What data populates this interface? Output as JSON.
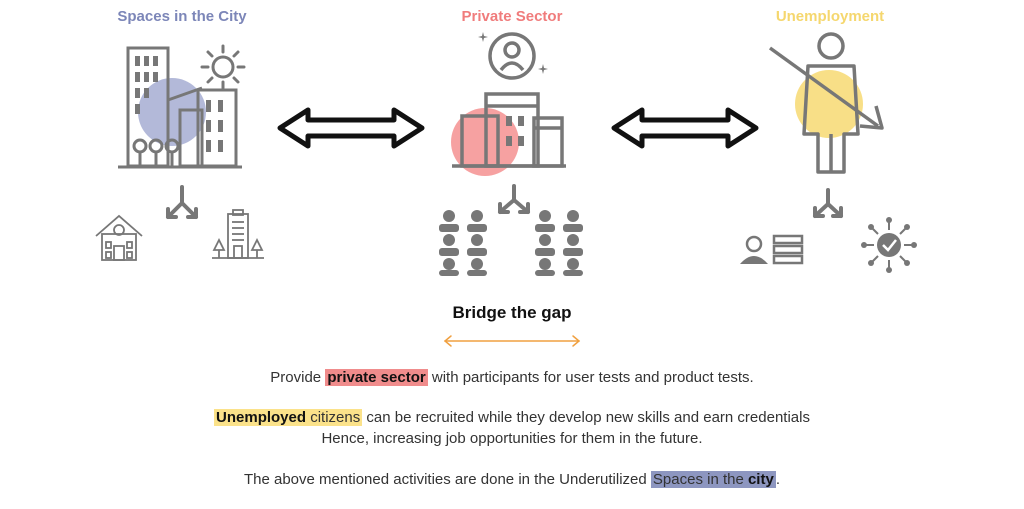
{
  "columns": {
    "spaces": {
      "title": "Spaces in the City",
      "color": "#7c86b8"
    },
    "private": {
      "title": "Private Sector",
      "color": "#f07c7c"
    },
    "unemployment": {
      "title": "Unemployment",
      "color": "#f5d76e"
    }
  },
  "bridge": {
    "title": "Bridge the gap",
    "arrow_color": "#f0a040"
  },
  "text": {
    "line1": {
      "pre": "Provide ",
      "highlight": "private sector",
      "post": " with participants for user tests and product tests."
    },
    "line2": {
      "highlight_bold": "Unemployed",
      "highlight": " citizens",
      "post": " can be recruited while they develop new skills and earn credentials"
    },
    "line3": "Hence, increasing job opportunities for them in the future.",
    "line4": {
      "pre": "The above mentioned activities are done in the Underutilized ",
      "highlight": "Spaces in the ",
      "highlight_bold": "city",
      "post": "."
    }
  },
  "icons": [
    "city-buildings-icon",
    "sun-icon",
    "double-arrow-icon",
    "user-avatar-icon",
    "office-building-icon",
    "split-arrow-icon",
    "school-icon",
    "city-hall-icon",
    "people-group-icon",
    "unemployed-person-icon",
    "profile-card-icon",
    "skills-badge-icon"
  ]
}
